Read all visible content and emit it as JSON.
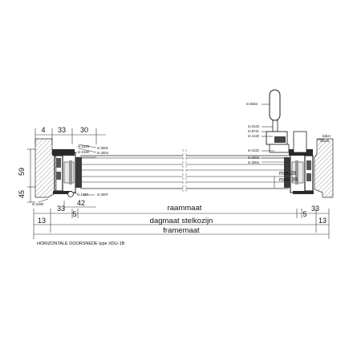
{
  "title": "HORIZONTALE DOORSNEDE type XDU-1B",
  "dimensions": {
    "top": [
      "4",
      "33",
      "30"
    ],
    "left_vertical": [
      "59",
      "45"
    ],
    "left_bottom": "42",
    "row1_left": [
      "33",
      "5"
    ],
    "row1_right": [
      "5",
      "33"
    ],
    "row2_left": "13",
    "row2_right": "13",
    "raammaat": "raammaat",
    "dagmaat": "dagmaat stelkozijn",
    "framemaat": "framemaat",
    "min_gap": "min.28",
    "max_gap": "max.39"
  },
  "part_numbers_left": {
    "p3001": "nr.3001",
    "p3004": "nr.3004",
    "p3328": "nr.3328",
    "p3190_top": "nr.3190",
    "p1057": "nr.1057",
    "p3007": "nr.3007",
    "p3190_bottom": "nr.3190"
  },
  "part_numbers_right": {
    "p8464": "nr.8464",
    "p3143": "nr.3143",
    "p8741": "nr.8741",
    "p4120": "nr.4120",
    "p4122": "nr.4122",
    "p3002": "nr.3002",
    "p3004": "nr.3004"
  },
  "koker": "koker",
  "koker_size": "25x25"
}
